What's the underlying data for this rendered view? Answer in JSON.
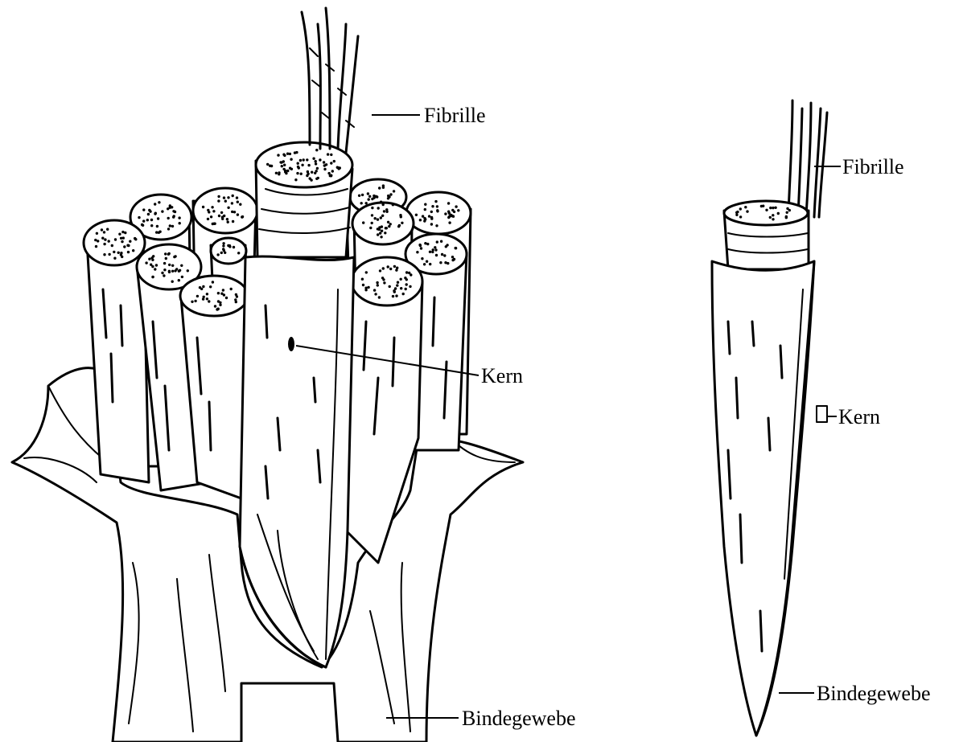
{
  "left_figure": {
    "labels": {
      "fibrille": "Fibrille",
      "kern": "Kern",
      "bindegewebe": "Bindegewebe"
    }
  },
  "right_figure": {
    "labels": {
      "fibrille": "Fibrille",
      "kern": "Kern",
      "bindegewebe": "Bindegewebe"
    }
  }
}
